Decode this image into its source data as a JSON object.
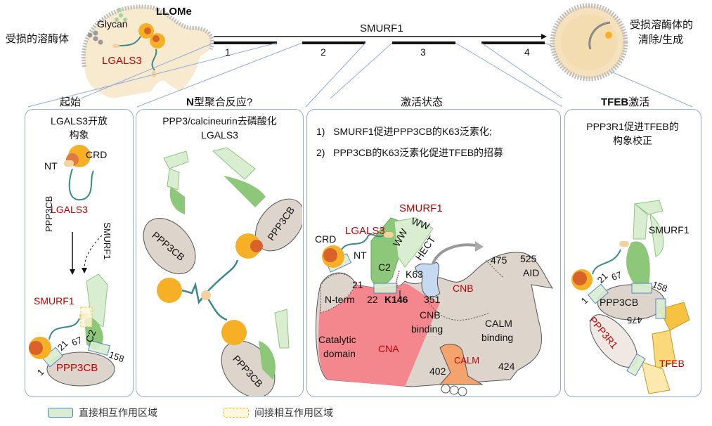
{
  "top": {
    "damaged_lysosome_label": "受损的溶酶体",
    "glycan_label": "Glycan",
    "llome_label": "LLOMe",
    "lgals3_label": "LGALS3",
    "smurf1_axis_label": "SMURF1",
    "stages": [
      "1",
      "2",
      "3",
      "4"
    ],
    "result_label_line1": "受损溶酶体的",
    "result_label_line2": "清除/生成"
  },
  "panels": [
    {
      "title": "起始",
      "desc_line1": "LGALS3开放",
      "desc_line2": "构象",
      "labels": {
        "nt": "NT",
        "crd": "CRD",
        "lgals3": "LGALS3",
        "ppp3cb_arrow": "PPP3CB",
        "smurf1_arrow": "SMURF1",
        "smurf1": "SMURF1",
        "c2": "C2",
        "ppp3cb": "PPP3CB",
        "n1": "1",
        "n21": "21",
        "n67": "67",
        "n158": "158"
      }
    },
    {
      "title_bold": "N",
      "title_rest": "型聚合反应?",
      "desc_line1": "PPP3/calcineurin去磷酸化",
      "desc_line2": "LGALS3",
      "labels": {
        "ppp3cb": "PPP3CB"
      }
    },
    {
      "title": "激活状态",
      "items": [
        "1)   SMURF1促进PPP3CB的K63泛素化;",
        "2)   PPP3CB的K63泛素化促进TFEB的招募"
      ],
      "labels": {
        "smurf1": "SMURF1",
        "lgals3": "LGALS3",
        "crd": "CRD",
        "nt": "NT",
        "ww1": "WW",
        "ww2": "WW",
        "hect": "HECT",
        "c2": "C2",
        "k63": "K63",
        "n21": "21",
        "nterm": "N-term",
        "n22": "22",
        "k146": "K146",
        "n351": "351",
        "cnb": "CNB",
        "n475": "475",
        "n525": "525",
        "aid": "AID",
        "cnb_binding1": "CNB",
        "cnb_binding2": "binding",
        "calm_binding1": "CALM",
        "calm_binding2": "binding",
        "catalytic1": "Catalytic",
        "catalytic2": "domain",
        "cna": "CNA",
        "calm": "CALM",
        "n402": "402",
        "n424": "424"
      }
    },
    {
      "title_bold": "TFEB",
      "title_rest": "激活",
      "desc_line1": "PPP3R1促进TFEB的",
      "desc_line2": "构象校正",
      "labels": {
        "smurf1": "SMURF1",
        "n1": "1",
        "n21": "21",
        "n67": "67",
        "n158": "158",
        "ppp3cb": "PPP3CB",
        "ppp3r1": "PPP3R1",
        "n475": "475",
        "tfeb": "TFEB"
      }
    }
  ],
  "legend": {
    "direct": "直接相互作用区域",
    "indirect": "间接相互作用区域"
  },
  "colors": {
    "panel_border": "#8eaadb",
    "label_red": "#c00000",
    "green_dark": "#8cc77a",
    "green_light": "#d9edd0",
    "ppp3cb_fill": "#ddd5cc",
    "cna_pink": "#f4878e",
    "cnb_blue": "#c5daf0",
    "calm_orange": "#f4a36c",
    "tfeb_yellow": "#f5c242"
  }
}
